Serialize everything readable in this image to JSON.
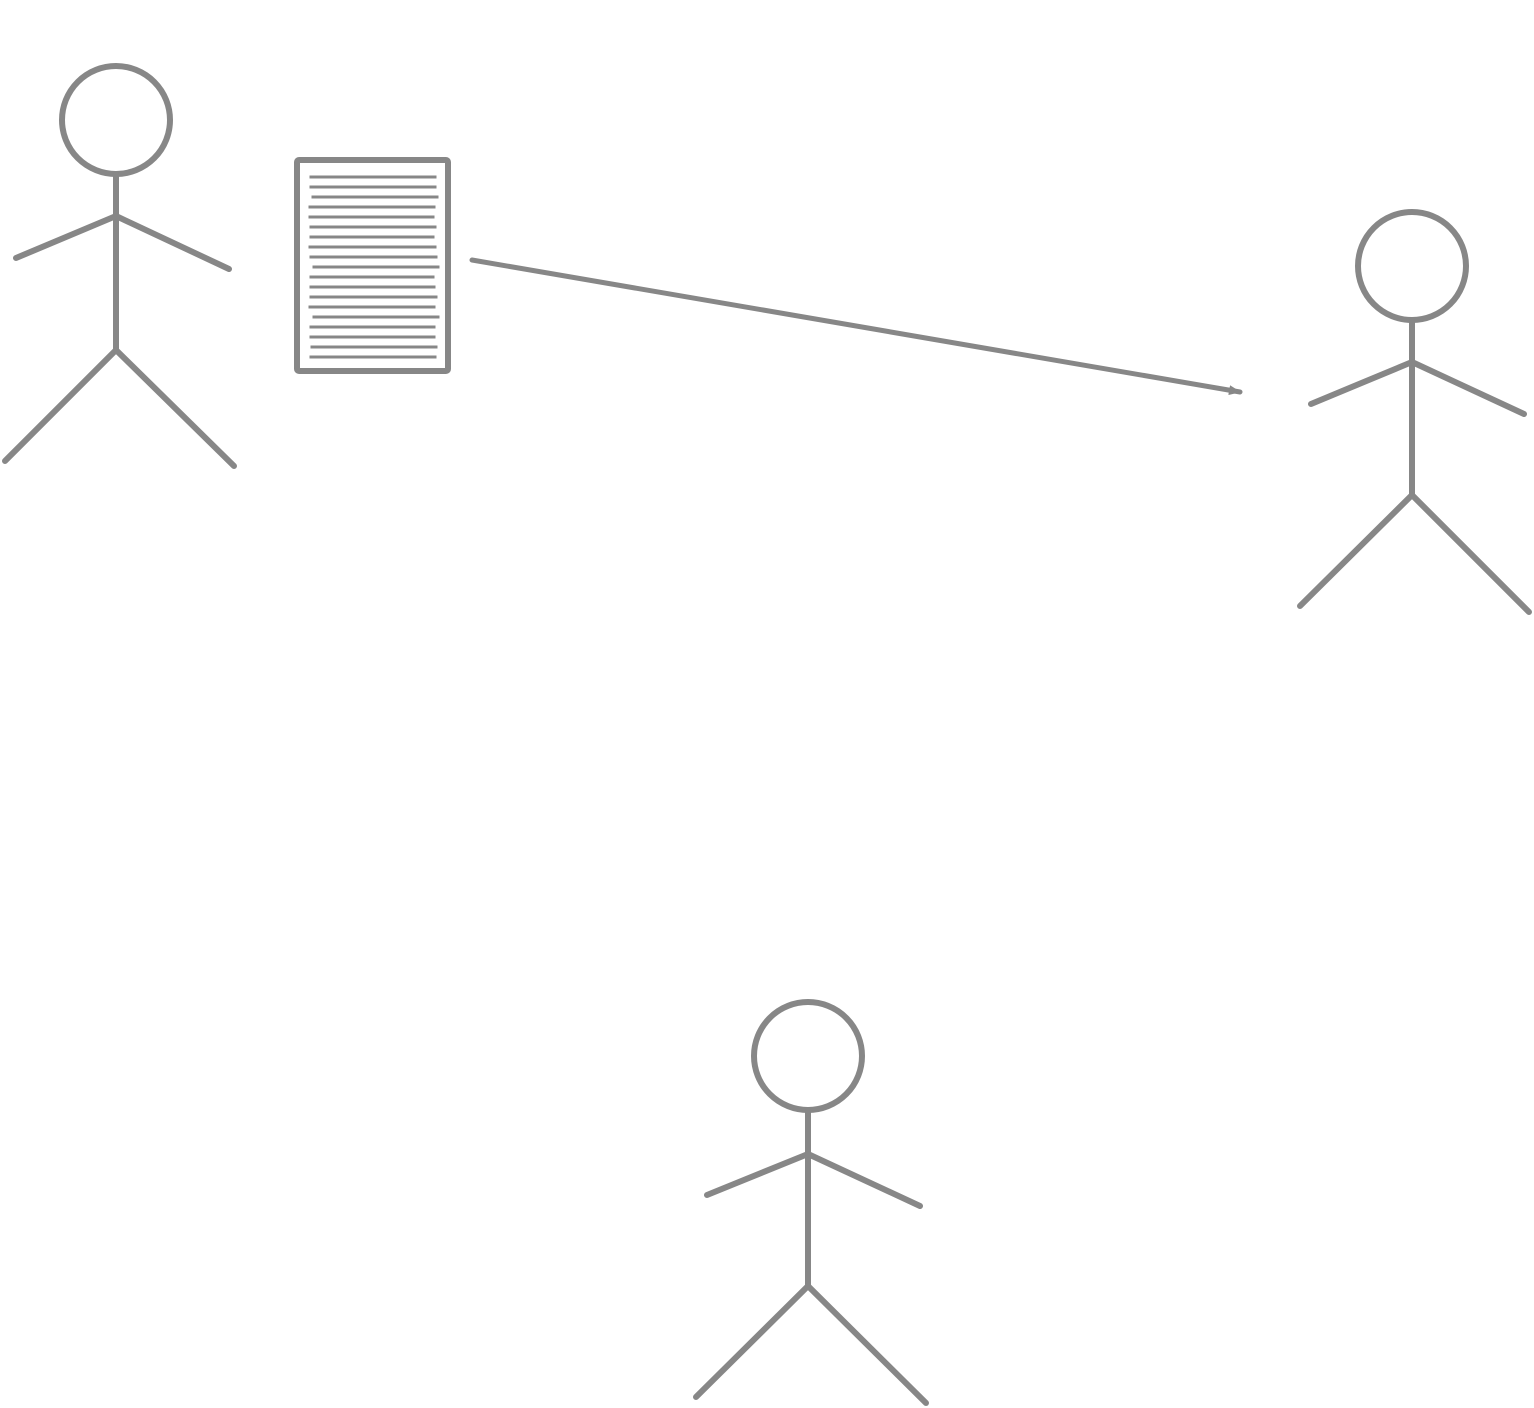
{
  "diagram": {
    "colors": {
      "background": "#ffffff",
      "stroke": "#878787"
    },
    "icons": {
      "person": "stick-figure-icon",
      "document": "document-icon"
    },
    "nodes": [
      {
        "id": "person-left",
        "kind": "person"
      },
      {
        "id": "document",
        "kind": "document"
      },
      {
        "id": "person-right",
        "kind": "person"
      },
      {
        "id": "person-bottom",
        "kind": "person"
      }
    ],
    "edges": [
      {
        "from": "document",
        "to": "person-right",
        "style": "arrow"
      }
    ]
  }
}
